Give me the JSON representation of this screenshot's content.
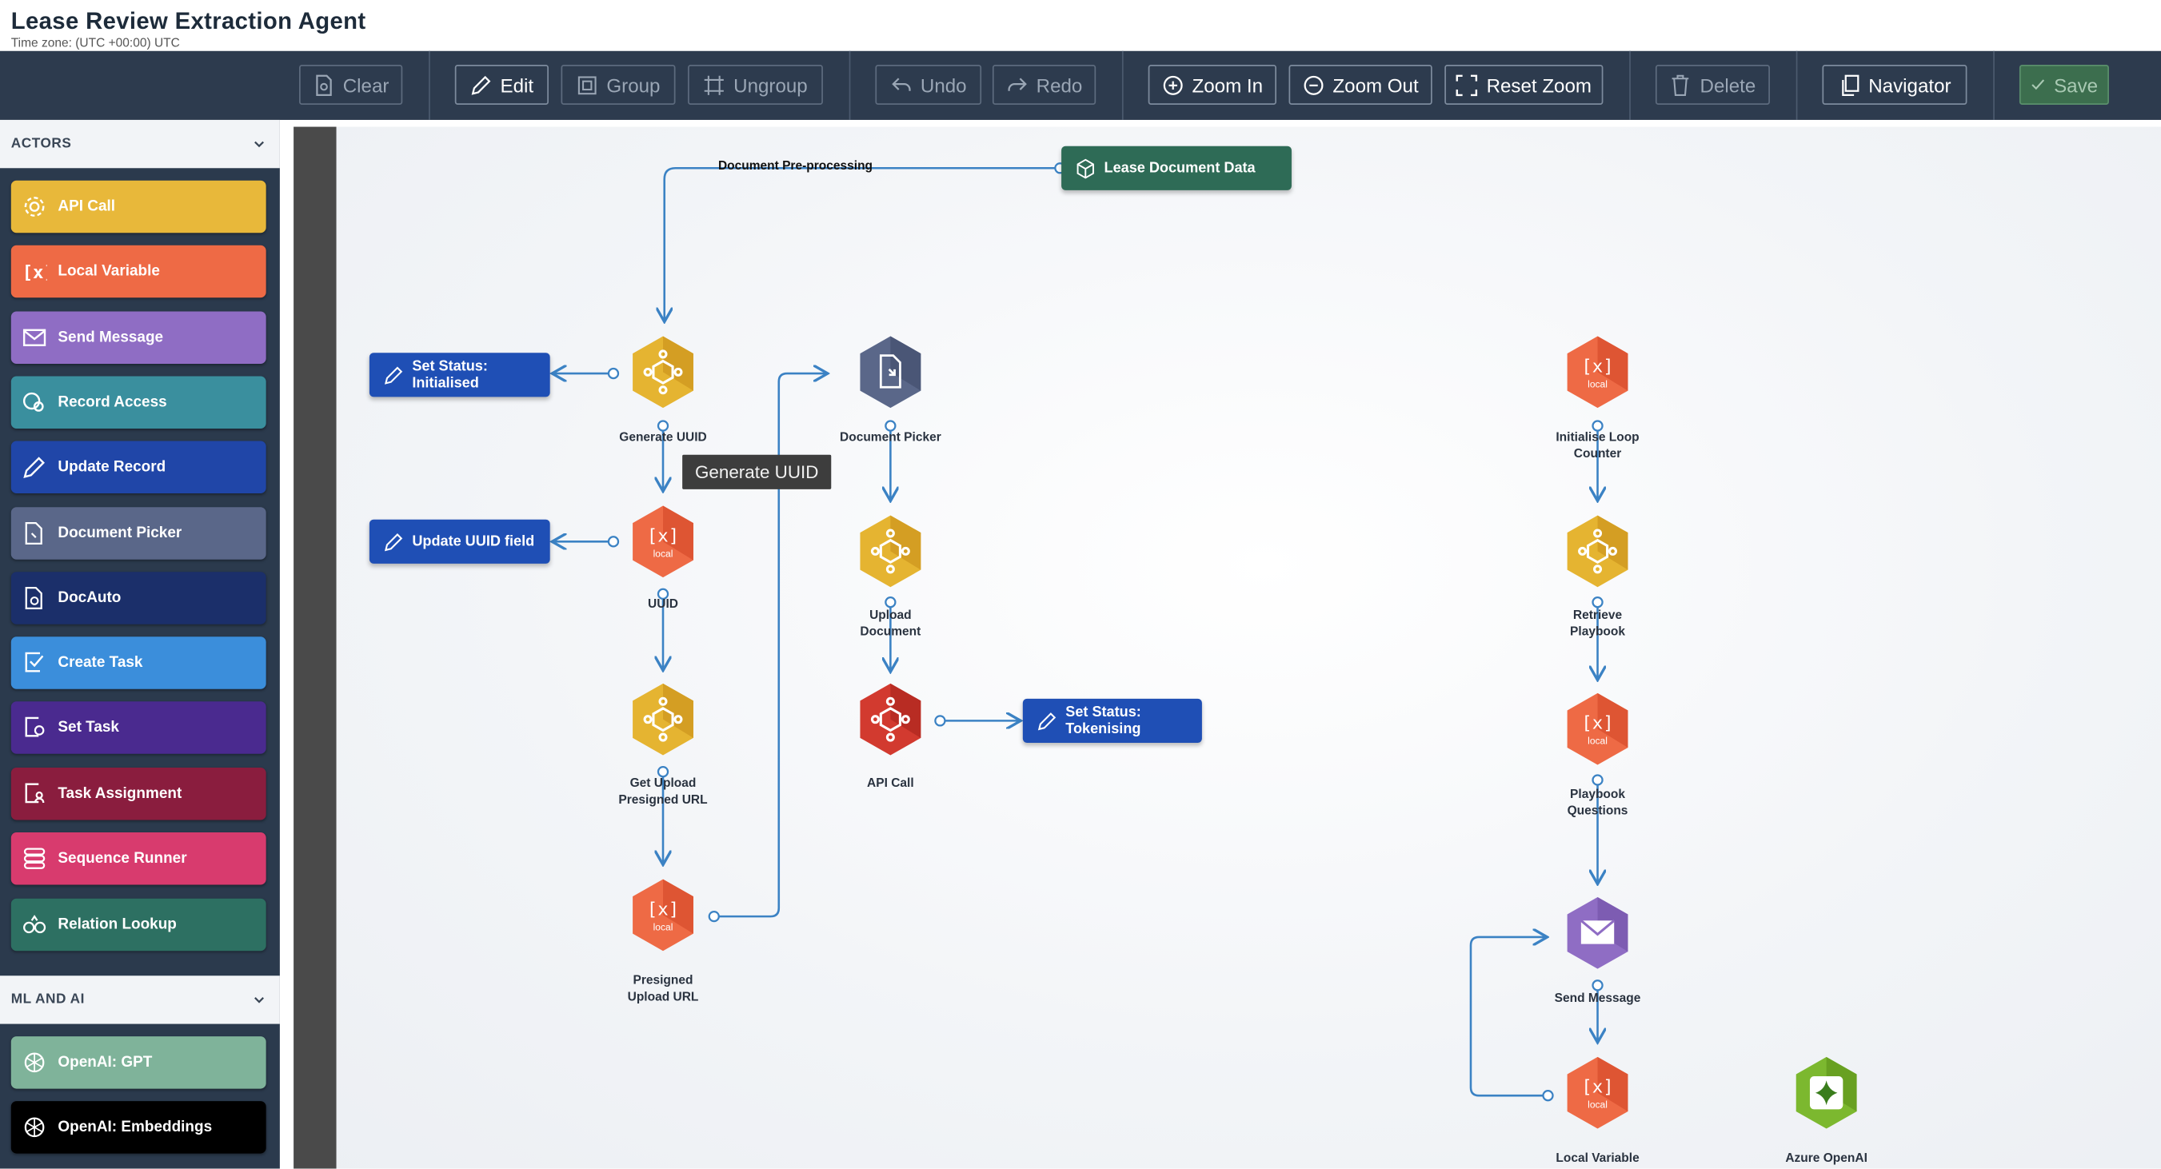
{
  "app": {
    "title": "Lease Review Extraction Agent",
    "timezone": "Time zone: (UTC +00:00) UTC"
  },
  "toolbar": {
    "clear": "Clear",
    "edit": "Edit",
    "group": "Group",
    "ungroup": "Ungroup",
    "undo": "Undo",
    "redo": "Redo",
    "zoom_in": "Zoom In",
    "zoom_out": "Zoom Out",
    "reset_zoom": "Reset Zoom",
    "delete": "Delete",
    "navigator": "Navigator",
    "save": "Save"
  },
  "sidebar": {
    "actors_heading": "ACTORS",
    "ml_heading": "ML AND AI",
    "actors": [
      {
        "label": "API Call",
        "color": "#e8b83a",
        "icon": "gear-icon"
      },
      {
        "label": "Local Variable",
        "color": "#ee6a45",
        "icon": "variable-icon"
      },
      {
        "label": "Send Message",
        "color": "#8f6dc4",
        "icon": "envelope-icon"
      },
      {
        "label": "Record Access",
        "color": "#3a8f9e",
        "icon": "record-access-icon"
      },
      {
        "label": "Update Record",
        "color": "#2046a8",
        "icon": "pencil-icon"
      },
      {
        "label": "Document Picker",
        "color": "#5a6789",
        "icon": "document-picker-icon"
      },
      {
        "label": "DocAuto",
        "color": "#1b2f6a",
        "icon": "docauto-icon"
      },
      {
        "label": "Create Task",
        "color": "#3b8edb",
        "icon": "create-task-icon"
      },
      {
        "label": "Set Task",
        "color": "#4a2a8f",
        "icon": "set-task-icon"
      },
      {
        "label": "Task Assignment",
        "color": "#8a1d3e",
        "icon": "task-assignment-icon"
      },
      {
        "label": "Sequence Runner",
        "color": "#d83b6e",
        "icon": "sequence-runner-icon"
      },
      {
        "label": "Relation Lookup",
        "color": "#2d7062",
        "icon": "relation-lookup-icon"
      }
    ],
    "ml": [
      {
        "label": "OpenAI: GPT",
        "color": "#7fb39a",
        "icon": "openai-icon"
      },
      {
        "label": "OpenAI: Embeddings",
        "color": "#000000",
        "icon": "openai-icon"
      }
    ]
  },
  "canvas": {
    "edge_label": "Document Pre-processing",
    "tooltip": "Generate UUID",
    "boxes": {
      "lease_data": "Lease Document Data",
      "set_status_init": "Set Status:\nInitialised",
      "update_uuid": "Update UUID field",
      "set_status_token": "Set Status:\nTokenising"
    },
    "nodes": {
      "generate_uuid": "Generate UUID",
      "uuid": "UUID",
      "get_upload": "Get Upload\nPresigned URL",
      "presigned": "Presigned\nUpload URL",
      "doc_picker": "Document Picker",
      "upload_doc": "Upload\nDocument",
      "api_call": "API Call",
      "init_loop": "Initialise Loop\nCounter",
      "retrieve_playbook": "Retrieve\nPlaybook",
      "playbook_q": "Playbook\nQuestions",
      "send_message": "Send Message",
      "local_variable": "Local Variable",
      "azure_openai": "Azure OpenAI"
    },
    "local_tag": "local",
    "var_glyph": "[x]"
  }
}
